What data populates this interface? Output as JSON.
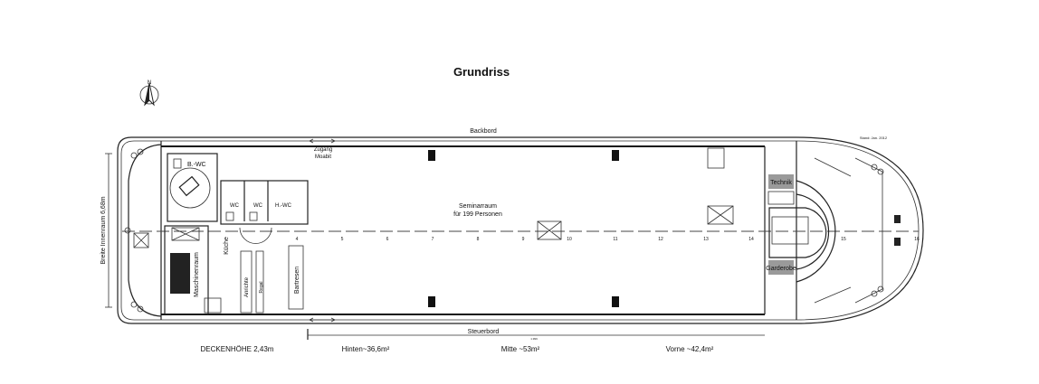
{
  "title": "Grundriss",
  "stand": "Stand: Jan. 2012",
  "compass_label": "N",
  "sides": {
    "port": "Backbord",
    "starboard": "Steuerbord"
  },
  "width_label": "Breite Innenraum 6,68m",
  "dimension_small": "1.999",
  "ceiling_height": "DECKENHÖHE 2,43m",
  "areas": {
    "rear": "Hinten~36,6m²",
    "middle": "Mitte ~53m²",
    "front": "Vorne ~42,4m²"
  },
  "rooms": {
    "seminar_line1": "Seminarraum",
    "seminar_line2": "für 199 Personen",
    "entrance_line1": "Zugang",
    "entrance_line2": "Moabit",
    "disabled_wc": "B.-WC",
    "wc1": "WC",
    "wc2": "WC",
    "mens_wc": "H.-WC",
    "engine_room": "Maschinenraum",
    "kitchen": "Küche",
    "pantry": "Anrichte",
    "shelf": "Regal",
    "bar": "Bartresen",
    "technik": "Technik",
    "garderobe": "Garderobe"
  },
  "axis_numbers": [
    "4",
    "5",
    "6",
    "7",
    "8",
    "9",
    "10",
    "11",
    "12",
    "13",
    "14",
    "15",
    "16"
  ]
}
